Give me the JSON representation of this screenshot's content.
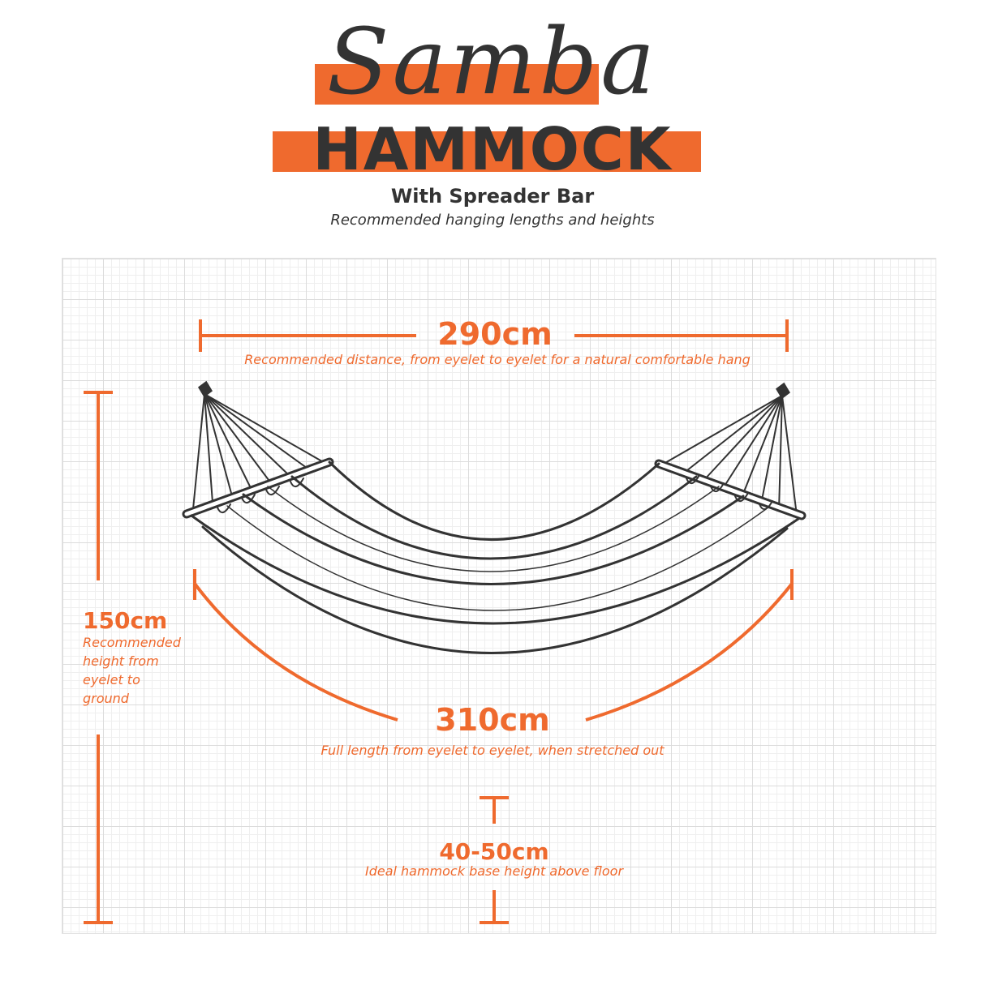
{
  "header": {
    "script_title": "Samba",
    "main_title": "HAMMOCK",
    "subtitle": "With Spreader Bar",
    "tagline": "Recommended hanging lengths and heights"
  },
  "colors": {
    "accent": "#ef6a2e",
    "ink": "#333333",
    "grid": "#dcdcdc"
  },
  "measurements": {
    "distance": {
      "value": "290cm",
      "note": "Recommended distance, from eyelet to eyelet for a natural comfortable hang"
    },
    "height": {
      "value": "150cm",
      "note_lines": [
        "Recommended",
        "height from",
        "eyelet to",
        "ground"
      ]
    },
    "length": {
      "value": "310cm",
      "note": "Full length from eyelet to eyelet,  when stretched out"
    },
    "base": {
      "value": "40-50cm",
      "note": "Ideal hammock base height above floor"
    }
  }
}
